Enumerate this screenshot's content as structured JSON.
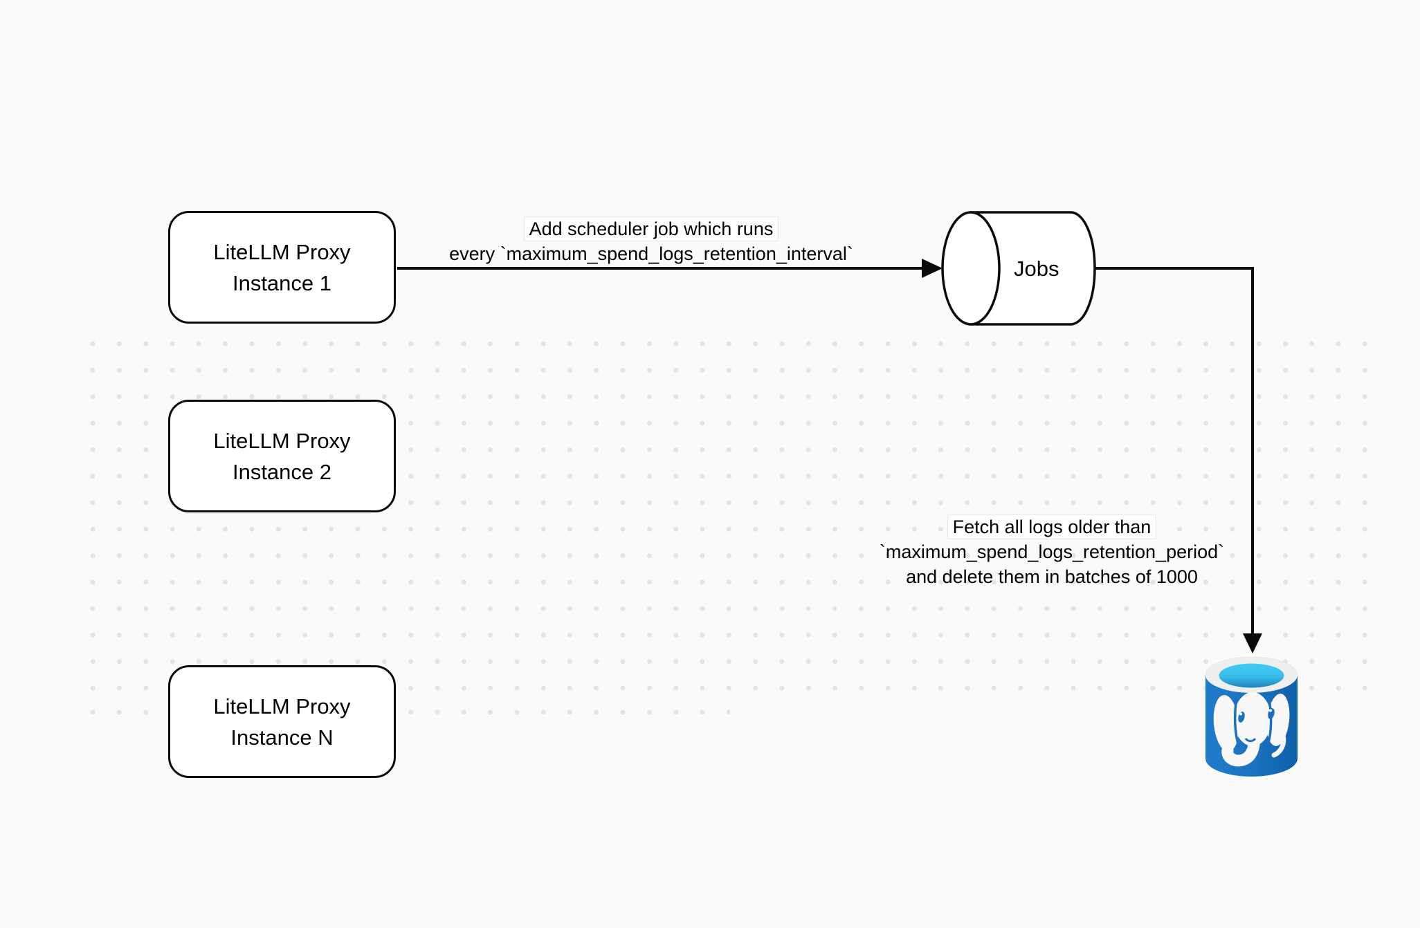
{
  "diagram": {
    "title": "LiteLLM spend logs retention scheduler diagram",
    "background_color": "#fafafa",
    "dot_color": "#e4e4e4",
    "stroke_color": "#0b0b0b",
    "nodes": [
      {
        "line1": "LiteLLM Proxy",
        "line2": "Instance 1"
      },
      {
        "line1": "LiteLLM Proxy",
        "line2": "Instance 2"
      },
      {
        "line1": "LiteLLM Proxy",
        "line2": "Instance N"
      }
    ],
    "queue": {
      "label": "Jobs"
    },
    "edge_labels": {
      "scheduler": {
        "line1": "Add scheduler job which runs",
        "line2": "every `maximum_spend_logs_retention_interval`"
      },
      "fetch": {
        "line1": "Fetch all logs older than",
        "line2": "`maximum_spend_logs_retention_period`",
        "line3": "and delete them in batches of 1000"
      }
    },
    "database": {
      "kind": "postgresql-cylinder",
      "body_color_light": "#1f7cca",
      "body_color_dark": "#0f5fa9",
      "rim_color": "#efefef",
      "opening_color_top": "#41cbf6",
      "opening_color_bottom": "#1f83b4",
      "elephant_color": "#f8f8f8",
      "elephant_detail_color": "#1a70bd"
    }
  }
}
